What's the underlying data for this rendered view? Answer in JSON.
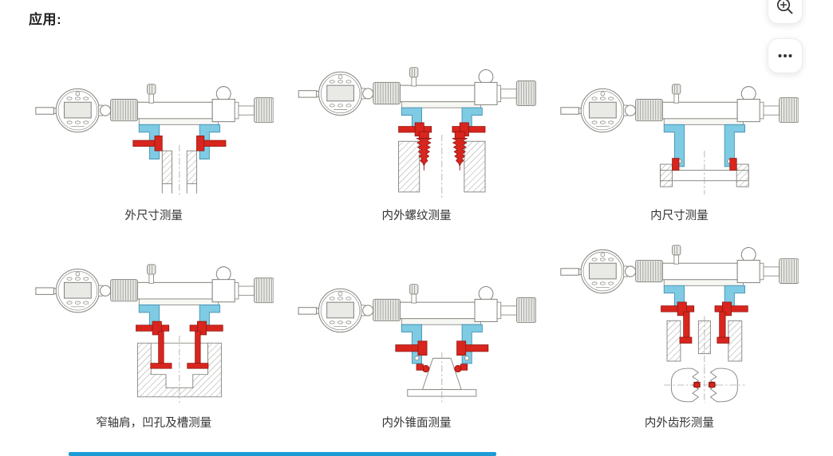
{
  "title": "应用:",
  "toolbar": {
    "zoom_button_icon": "zoom-in-magnifier",
    "more_button_icon": "ellipsis"
  },
  "figures": [
    {
      "caption": "外尺寸测量",
      "variant": "external"
    },
    {
      "caption": "内外螺纹测量",
      "variant": "thread"
    },
    {
      "caption": "内尺寸测量",
      "variant": "internal"
    },
    {
      "caption": "窄轴肩，凹孔及槽测量",
      "variant": "groove"
    },
    {
      "caption": "内外锥面测量",
      "variant": "taper"
    },
    {
      "caption": "内外齿形测量",
      "variant": "gear"
    }
  ],
  "colors": {
    "accent_blue_arm": "#7fcbe4",
    "accent_blue_arm_stroke": "#4795b5",
    "accent_red_probe": "#d8251d",
    "accent_red_stroke": "#8e1511",
    "line_gray": "#85857f",
    "hatch_gray": "#9a9a98",
    "scrollbar_blue": "#1e9bd7",
    "icon_dark": "#333333"
  }
}
